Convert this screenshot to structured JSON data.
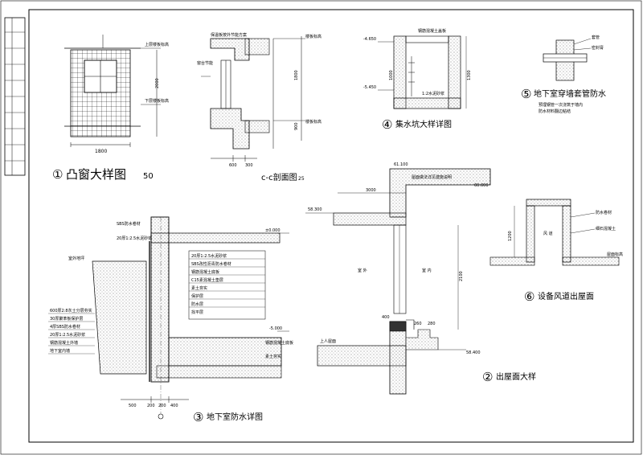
{
  "colors": {
    "ink": "#000000",
    "paper": "#ffffff",
    "hatch": "#555555"
  },
  "titles": {
    "t1_num": "①",
    "t1_text": "凸窗大样图",
    "t1_scale": "50",
    "tcc_text": "c-c剖面图",
    "tcc_scale": "25",
    "t4_num": "④",
    "t4_text": "集水坑大样详图",
    "t5_num": "⑤",
    "t5_text": "地下室穿墙套管防水",
    "t3_num": "③",
    "t3_text": "地下室防水详图",
    "t2_num": "②",
    "t2_text": "出屋面大样",
    "t6_num": "⑥",
    "t6_text": "设备风道出屋面"
  },
  "detail1": {
    "dim_width": "1800",
    "dim_height": "2000",
    "note_top": "上层楼板标高",
    "note_bottom": "下层楼板标高"
  },
  "detailcc": {
    "note_a": "保温板按外节能方案",
    "note_b": "窗台节能",
    "dim_a": "600",
    "dim_b": "300",
    "dim_c": "1800",
    "dim_d": "900",
    "note_c": "楼板标高",
    "note_d": "楼板标高"
  },
  "detail4": {
    "elev_a": "-4.650",
    "elev_b": "-5.450",
    "dim_a": "1000",
    "dim_b": "1300",
    "note_a": "钢筋混凝土盖板",
    "note_b": "1:2水泥砂浆"
  },
  "detail5": {
    "note_a": "套管",
    "note_b": "密封膏",
    "note_c": "预埋钢管一次浇筑于墙内",
    "note_d": "防水材料翻边粘结"
  },
  "detail3": {
    "elev_a": "±0.000",
    "elev_b": "-5.000",
    "dim_a": "500",
    "dim_b": "200",
    "dim_c": "200",
    "dim_d": "400",
    "note_ground": "室外地坪",
    "note_a": "SBS防水卷材",
    "note_b": "20厚1:2.5水泥砂浆",
    "note_c": "钢筋混凝土底板",
    "note_d": "素土夯实"
  },
  "detail2": {
    "elev_a": "61.100",
    "elev_b": "60.600",
    "elev_c": "58.300",
    "elev_d": "58.400",
    "dim_a": "3000",
    "dim_b": "400",
    "dim_c": "260",
    "dim_d": "280",
    "label_out": "室 外",
    "label_in": "室 内",
    "dim_e": "2100",
    "note_a": "屋面做法详见建施说明",
    "note_b": "上人屋面"
  },
  "detail6": {
    "dim_a": "1200",
    "label_duct": "风 道",
    "note_a": "防水卷材",
    "note_b": "细石混凝土",
    "note_c": "屋面标高"
  },
  "legend_rows": [
    "20厚1:2.5水泥砂浆",
    "SBS改性沥青防水卷材",
    "钢筋混凝土底板",
    "C15素混凝土垫层",
    "素土夯实",
    "保护层",
    "防水层",
    "找平层"
  ],
  "legend3_left": [
    "600厚2:8灰土分层夯实",
    "30厚聚苯板保护层",
    "4厚SBS防水卷材",
    "20厚1:2.5水泥砂浆",
    "钢筋混凝土外墙",
    "地下室内墙"
  ]
}
